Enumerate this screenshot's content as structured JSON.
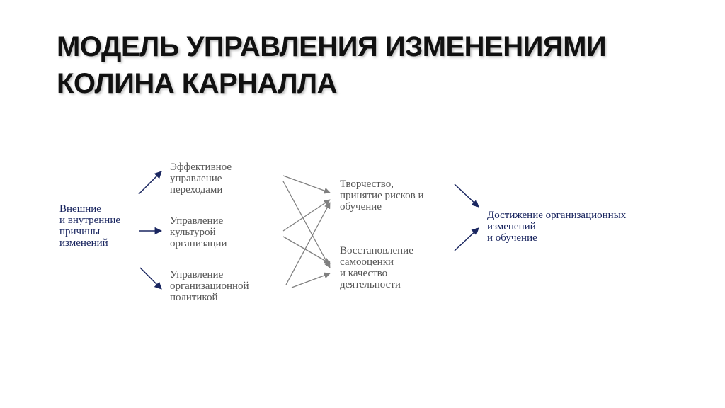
{
  "title": {
    "line1": "МОДЕЛЬ УПРАВЛЕНИЯ ИЗМЕНЕНИЯМИ",
    "line2": "КОЛИНА КАРНАЛЛА"
  },
  "diagram": {
    "causes": [
      "Внешние",
      "и внутренние",
      "причины",
      "изменений"
    ],
    "management": [
      [
        "Эффективное",
        "управление",
        "переходами"
      ],
      [
        "Управление",
        "культурой",
        "организации"
      ],
      [
        "Управление",
        "организационной",
        "политикой"
      ]
    ],
    "middle": [
      [
        "Творчество,",
        "принятие рисков и",
        "обучение"
      ],
      [
        "Восстановление",
        "самооценки",
        "и качество",
        "деятельности"
      ]
    ],
    "result": [
      "Достижение организационных",
      "изменений",
      "и обучение"
    ]
  },
  "colors": {
    "primary_arrow": "#1a2660",
    "secondary_arrow": "#808080"
  }
}
